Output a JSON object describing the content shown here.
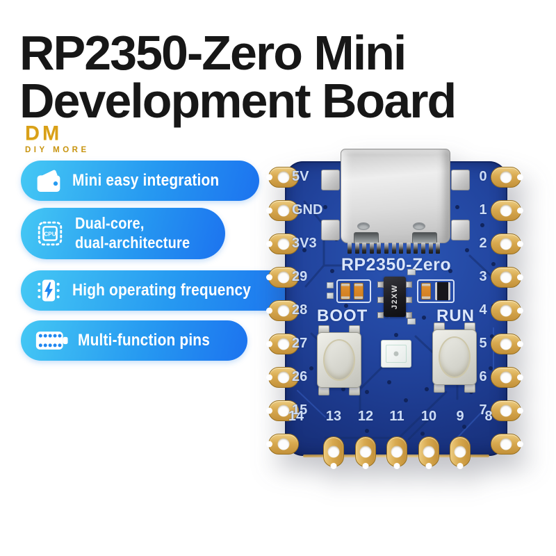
{
  "title": {
    "line1": "RP2350-Zero Mini",
    "line2": "Development Board"
  },
  "brand": {
    "mark": "DM",
    "name": "DIY MORE"
  },
  "features": [
    {
      "icon": "wallet-icon",
      "lines": [
        "Mini easy integration"
      ]
    },
    {
      "icon": "cpu-icon",
      "icon_label": "CPU",
      "lines": [
        "Dual-core,",
        "dual-architecture"
      ]
    },
    {
      "icon": "lightning-icon",
      "lines": [
        "High operating frequency"
      ]
    },
    {
      "icon": "pins-icon",
      "lines": [
        "Multi-function pins"
      ]
    }
  ],
  "board": {
    "silkscreen_title": "RP2350-Zero",
    "chip_marking": "J2XW",
    "boot_label": "BOOT",
    "run_label": "RUN",
    "left_pin_labels": [
      "5V",
      "GND",
      "3V3",
      "29",
      "28",
      "27",
      "26",
      "15"
    ],
    "right_pin_labels": [
      "0",
      "1",
      "2",
      "3",
      "4",
      "5",
      "6",
      "7"
    ],
    "bottom_pin_labels": [
      "14",
      "13",
      "12",
      "11",
      "10",
      "9",
      "8"
    ]
  },
  "colors": {
    "badge_gradient_start": "#45c8f4",
    "badge_gradient_end": "#1c73ef",
    "pcb_blue": "#22459f",
    "pad_gold": "#d8a94f",
    "brand_gold": "#d9a018",
    "title_text": "#171717",
    "silkscreen": "#d9e5fa"
  }
}
